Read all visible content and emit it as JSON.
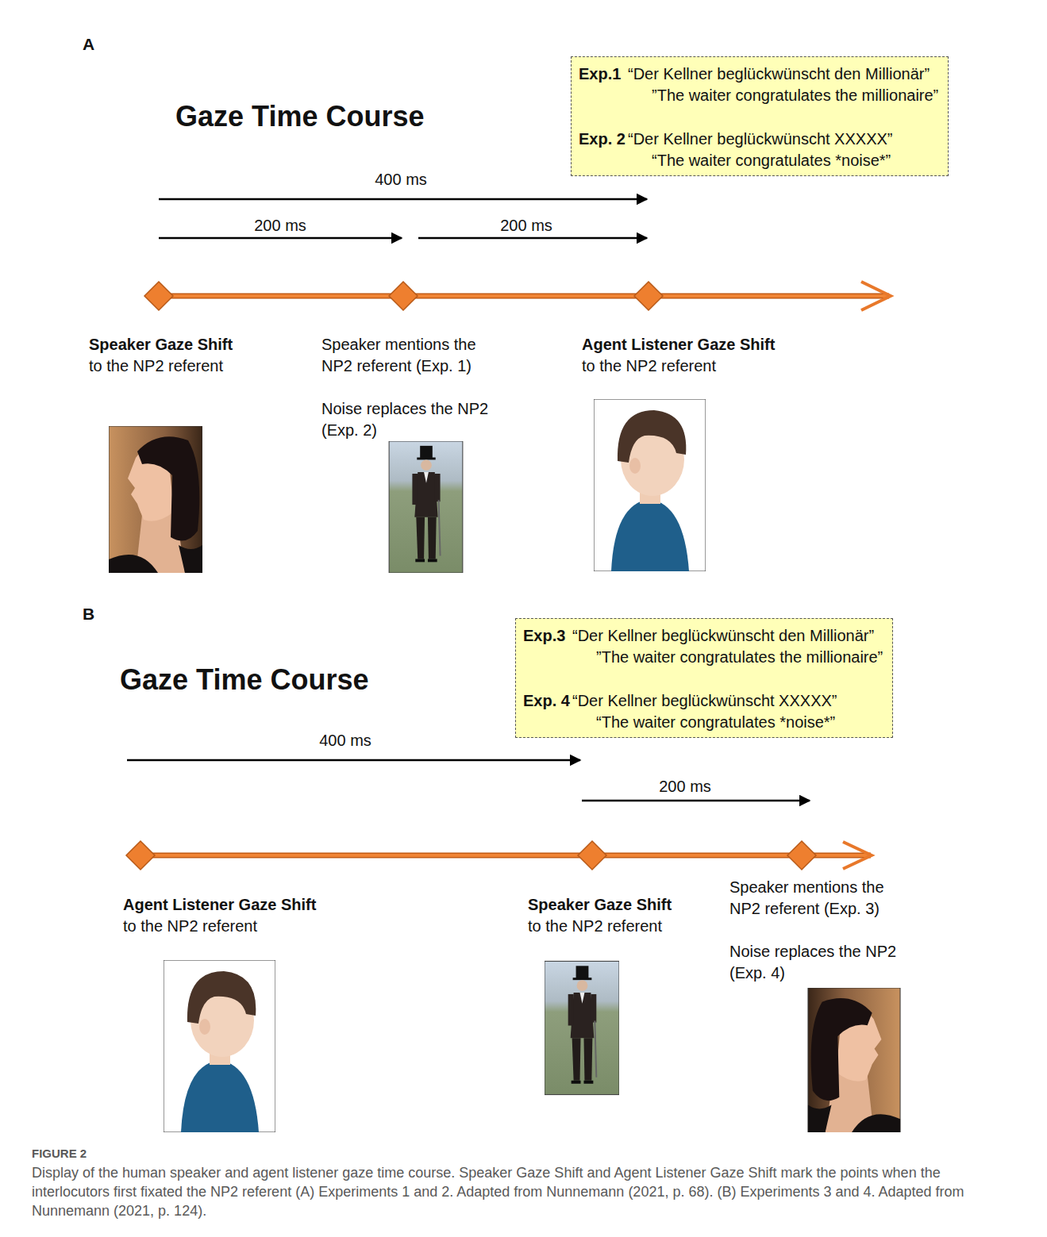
{
  "diagram": {
    "caption": "Display of the human speaker and agent listener gaze time course. Speaker Gaze Shift and Agent Listener Gaze Shift mark the points when the interlocutors first fixated the NP2 referent (A) Experiments 1 and 2. Adapted from Nunnemann (2021, p. 68). (B) Experiments 3 and 4. Adapted from Nunnemann (2021, p. 124).",
    "nodes": [
      {
        "text": [
          "Exp.1",
          "“Der Kellner beglückwünscht den Millionär”",
          "”The waiter congratulates the millionaire”",
          "Exp. 2",
          "“Der Kellner beglückwünscht XXXXX”",
          "“The waiter congratulates *noise*”"
        ]
      },
      {
        "text": [
          "Exp.3",
          "“Der Kellner beglückwünscht den Millionär”",
          "”The waiter congratulates the millionaire”",
          "Exp. 4",
          "“Der Kellner beglückwünscht XXXXX”",
          "“The waiter congratulates *noise*”"
        ]
      }
    ],
    "labels": [
      "A",
      "Gaze Time Course",
      "400 ms",
      "200 ms",
      "200 ms",
      "Speaker Gaze Shift",
      "to the NP2 referent",
      "Speaker mentions the NP2 referent (Exp. 1)",
      "Noise replaces the NP2 (Exp. 2)",
      "Agent Listener Gaze Shift",
      "to the NP2 referent",
      "B",
      "Gaze Time Course",
      "400 ms",
      "200 ms",
      "Agent Listener Gaze Shift",
      "to the NP2 referent",
      "Speaker Gaze Shift",
      "to the NP2 referent",
      "Speaker mentions the NP2 referent (Exp. 3)",
      "Noise replaces the NP2 (Exp. 4)",
      "FIGURE 2"
    ]
  }
}
